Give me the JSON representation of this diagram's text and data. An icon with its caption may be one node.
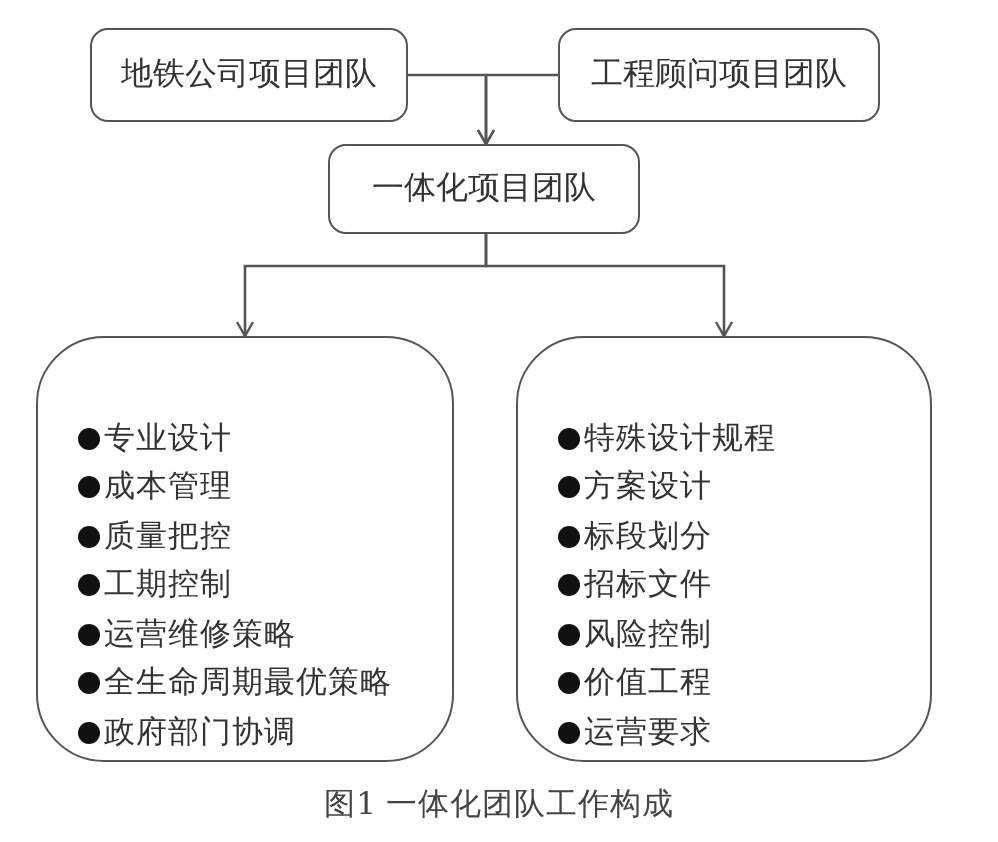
{
  "diagram": {
    "caption": "图1 一体化团队工作构成",
    "nodes": [
      {
        "text": [
          "地铁公司项目团队"
        ]
      },
      {
        "text": [
          "工程顾问项目团队"
        ]
      },
      {
        "text": [
          "一体化项目团队"
        ]
      },
      {
        "text": [
          "专业设计",
          "成本管理",
          "质量把控",
          "工期控制",
          "运营维修策略",
          "全生命周期最优策略",
          "政府部门协调"
        ]
      },
      {
        "text": [
          "特殊设计规程",
          "方案设计",
          "标段划分",
          "招标文件",
          "风险控制",
          "价值工程",
          "运营要求"
        ]
      }
    ],
    "edges": [
      {
        "from": 0,
        "to": 2,
        "arrow": "to"
      },
      {
        "from": 1,
        "to": 2,
        "arrow": "to"
      },
      {
        "from": 2,
        "to": 3,
        "arrow": "to"
      },
      {
        "from": 2,
        "to": 4,
        "arrow": "to"
      }
    ]
  }
}
